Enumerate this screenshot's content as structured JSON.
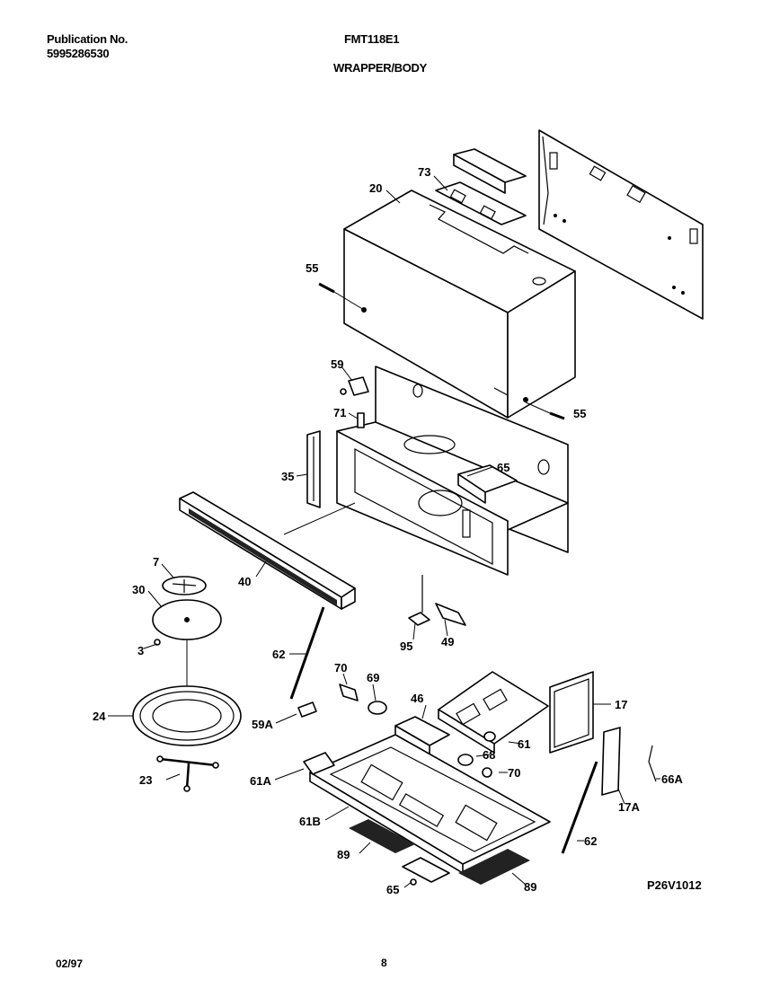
{
  "header": {
    "publication_label": "Publication No.",
    "publication_number": "5995286530",
    "model": "FMT118E1",
    "section_title": "WRAPPER/BODY"
  },
  "footer": {
    "date": "02/97",
    "page": "8",
    "drawing_code": "P26V1012"
  },
  "part_labels": {
    "p73": "73",
    "p20": "20",
    "p55a": "55",
    "p55b": "55",
    "p59": "59",
    "p71": "71",
    "p35": "35",
    "p65a": "65",
    "p40": "40",
    "p7": "7",
    "p30": "30",
    "p3": "3",
    "p95": "95",
    "p49": "49",
    "p62a": "62",
    "p70a": "70",
    "p69": "69",
    "p46": "46",
    "p17": "17",
    "p24": "24",
    "p59a": "59A",
    "p61": "61",
    "p68": "68",
    "p70b": "70",
    "p23": "23",
    "p61a": "61A",
    "p66a": "66A",
    "p17a": "17A",
    "p61b": "61B",
    "p62b": "62",
    "p89a": "89",
    "p65b": "65",
    "p89b": "89"
  }
}
